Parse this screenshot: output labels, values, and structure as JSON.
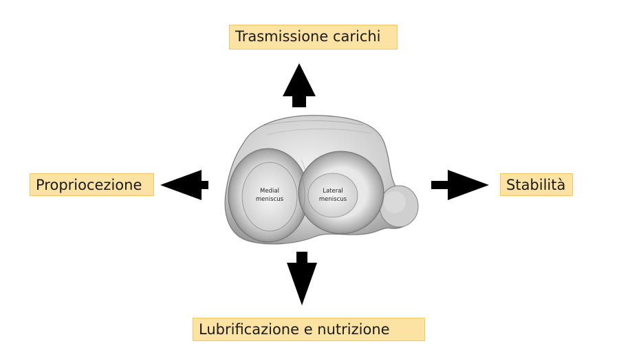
{
  "labels": {
    "top": "Trasmissione carichi",
    "left": "Propriocezione",
    "right": "Stabilità",
    "bottom": "Lubrificazione e nutrizione"
  },
  "figure": {
    "medial_line1": "Medial",
    "medial_line2": "meniscus",
    "lateral_line1": "Lateral",
    "lateral_line2": "meniscus"
  },
  "colors": {
    "label_fill": "#fde3a3",
    "label_border": "#f2c760",
    "arrow": "#000000"
  }
}
